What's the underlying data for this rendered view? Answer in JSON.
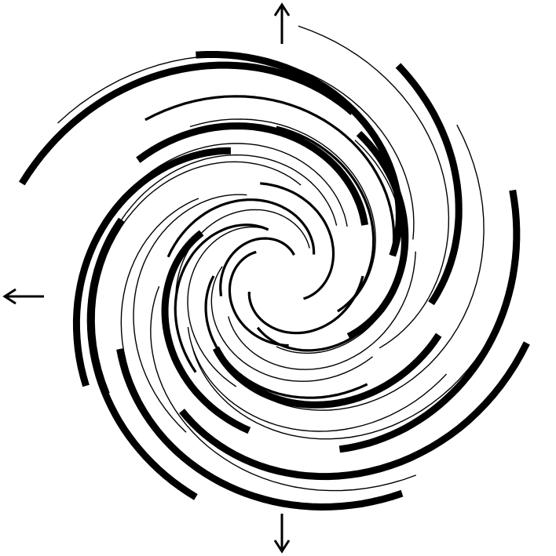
{
  "diagram": {
    "kind": "vortex-spiral",
    "background_color": "#ffffff",
    "stroke_color": "#000000",
    "arrow_directions": [
      "up",
      "left",
      "down"
    ],
    "arc_weights": [
      "thin",
      "medium",
      "thick"
    ],
    "text": []
  }
}
